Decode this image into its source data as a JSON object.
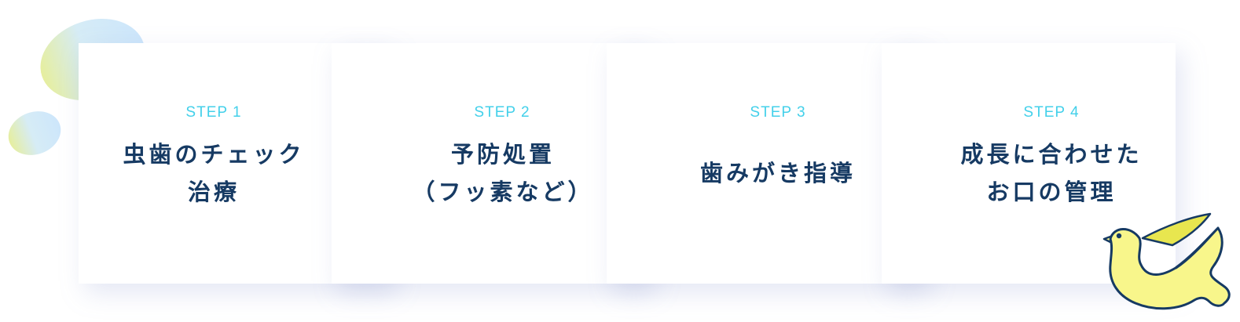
{
  "steps": [
    {
      "label": "STEP 1",
      "title_lines": [
        "虫歯のチェック",
        "治療"
      ]
    },
    {
      "label": "STEP 2",
      "title_lines": [
        "予防処置",
        "（フッ素など）"
      ]
    },
    {
      "label": "STEP 3",
      "title_lines": [
        "歯みがき指導"
      ]
    },
    {
      "label": "STEP 4",
      "title_lines": [
        "成長に合わせた",
        "お口の管理"
      ]
    }
  ],
  "colors": {
    "step_label": "#43d0ea",
    "title_text": "#163a63",
    "card_background": "#ffffff",
    "blob_yellow": "#e6ee9e",
    "blob_blue": "#cde6fb",
    "bird_body": "#f8f68b",
    "bird_wing": "#e8e64f",
    "bird_outline": "#163a63"
  },
  "decorations": {
    "blobs": [
      "large-blob",
      "small-blob"
    ],
    "mascot": "dove-icon"
  }
}
